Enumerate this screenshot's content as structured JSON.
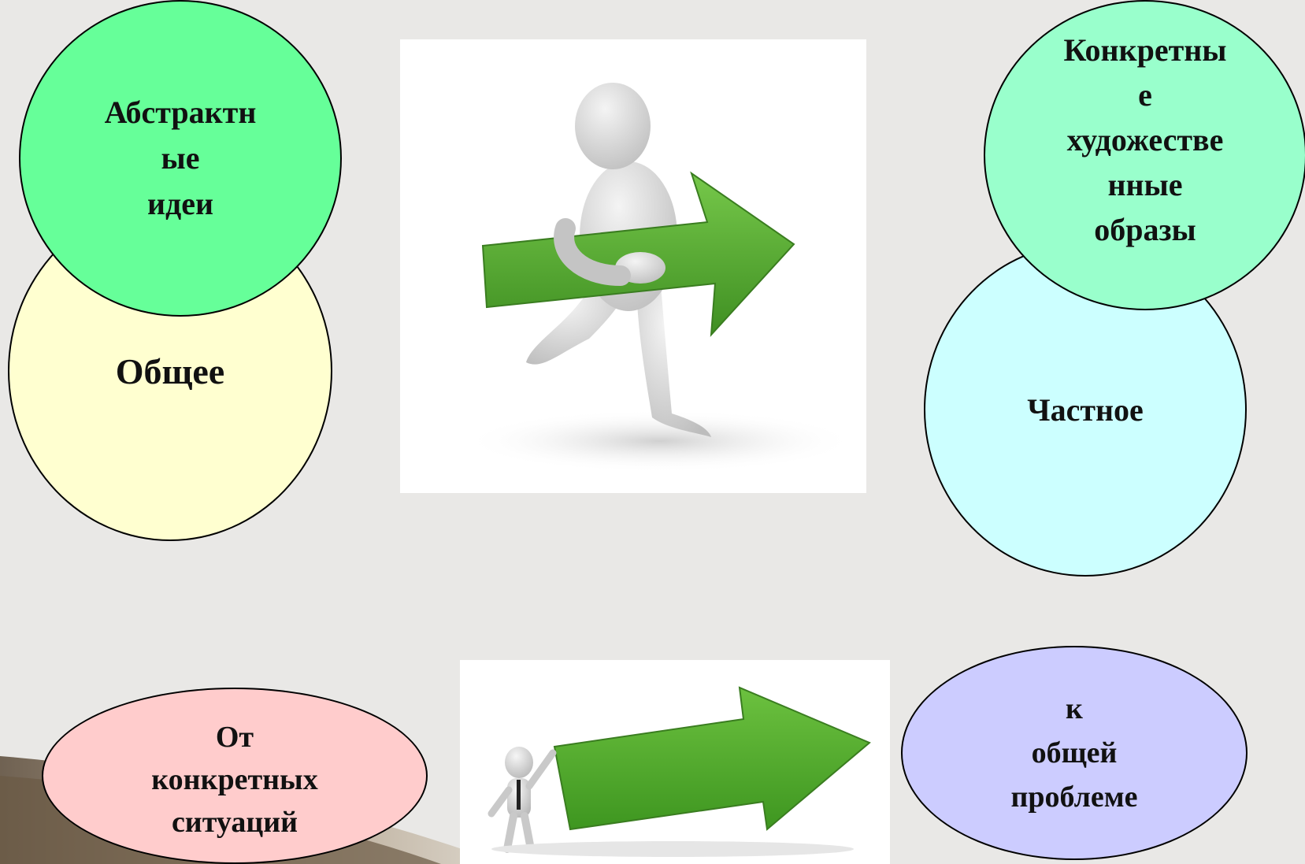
{
  "slide": {
    "background_color": "#e9e8e6",
    "circle_general": {
      "label": "Общее",
      "color": "#ffffd0"
    },
    "circle_abstract": {
      "label": "Абстрактн\nые\nидеи",
      "color": "#66ff99"
    },
    "circle_particular": {
      "label": "Частное",
      "color": "#ccffff"
    },
    "circle_concrete": {
      "label": "Конкретны\nе\nхудожестве\nнные\nобразы",
      "color": "#99ffcc"
    },
    "ellipse_from": {
      "label": "От\nконкретных\nситуаций",
      "color": "#ffcccc"
    },
    "ellipse_to": {
      "label": "к\nобщей\nпроблеме",
      "color": "#ccccff"
    },
    "images": [
      {
        "name": "running-figure-with-arrow",
        "icon": "person-carrying-arrow"
      },
      {
        "name": "figure-pushing-arrow",
        "icon": "person-pushing-arrow"
      }
    ],
    "accent_green": "#5fb83a"
  }
}
